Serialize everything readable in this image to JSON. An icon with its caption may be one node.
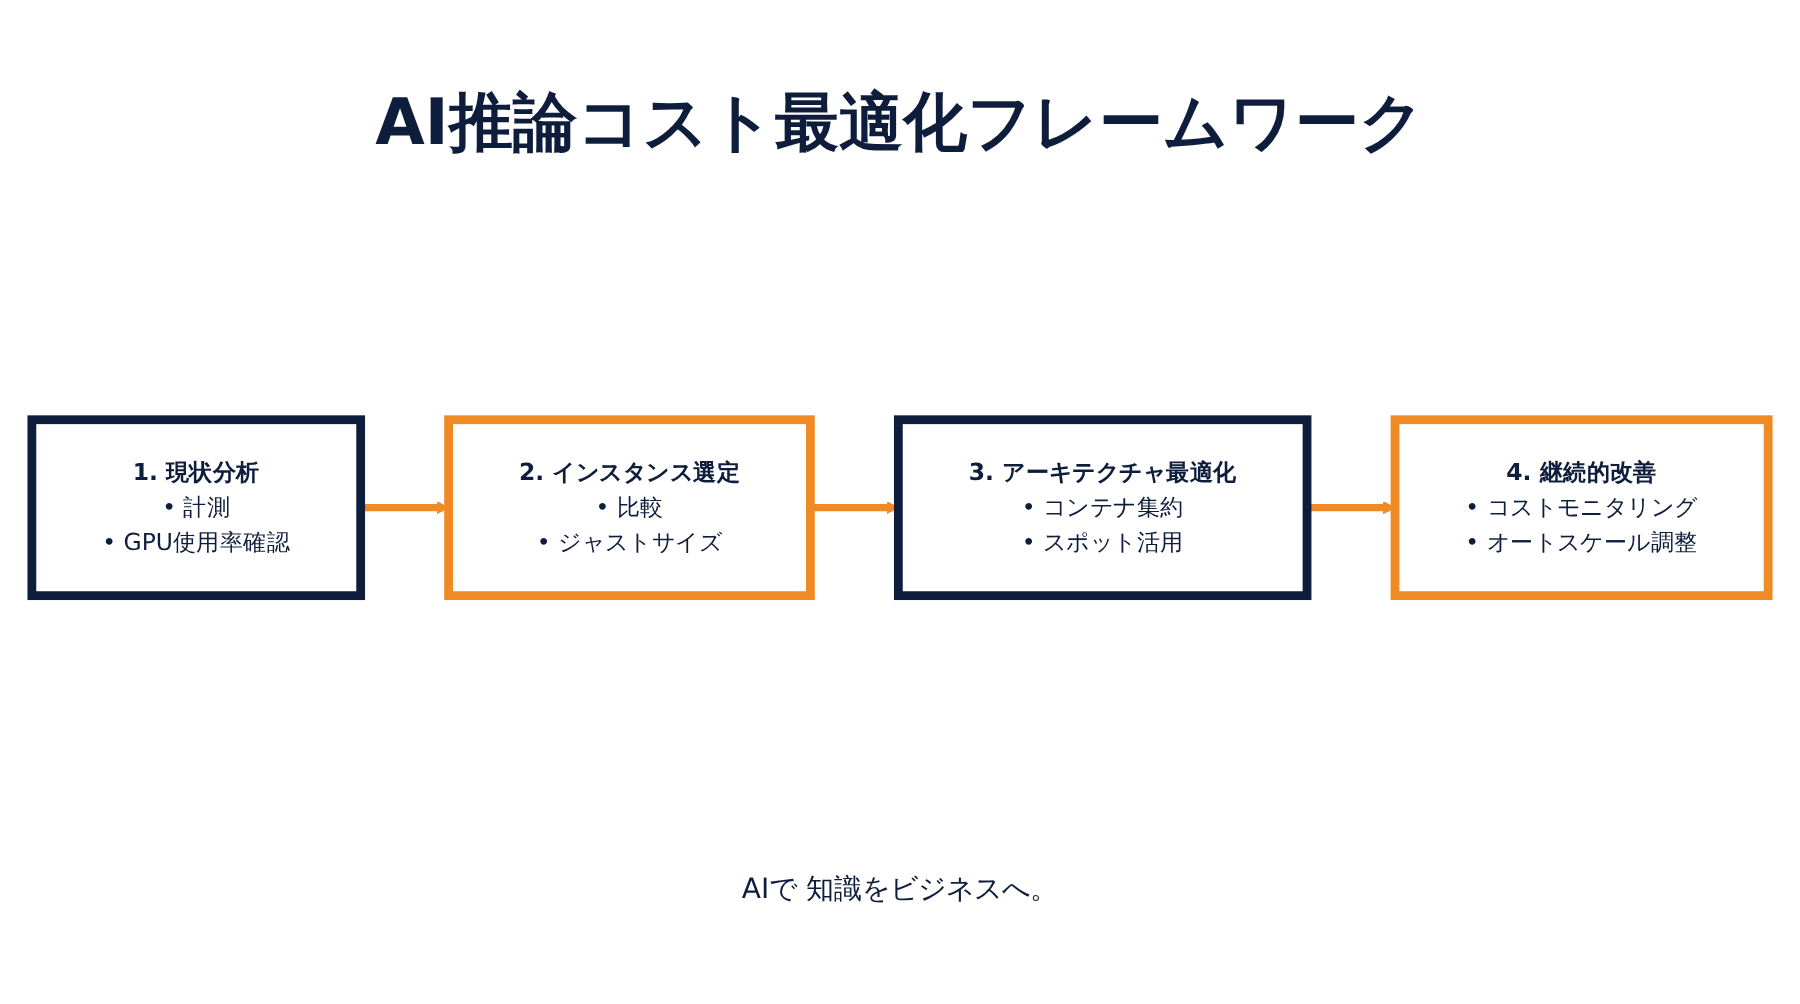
{
  "diagram": {
    "title": "AI推論コスト最適化フレームワーク",
    "nodes": [
      {
        "text": [
          "1. 現状分析",
          "• 計測",
          "• GPU使用率確認"
        ]
      },
      {
        "text": [
          "2. インスタンス選定",
          "• 比較",
          "• ジャストサイズ"
        ]
      },
      {
        "text": [
          "3. アーキテクチャ最適化",
          "• コンテナ集約",
          "• スポット活用"
        ]
      },
      {
        "text": [
          "4. 継続的改善",
          "• コストモニタリング",
          "• オートスケール調整"
        ]
      }
    ],
    "edges": [
      {
        "from": 0,
        "to": 1,
        "arrow": "to"
      },
      {
        "from": 1,
        "to": 2,
        "arrow": "to"
      },
      {
        "from": 2,
        "to": 3,
        "arrow": "to"
      }
    ],
    "labels": [
      "AIで 知識をビジネスへ。"
    ]
  }
}
